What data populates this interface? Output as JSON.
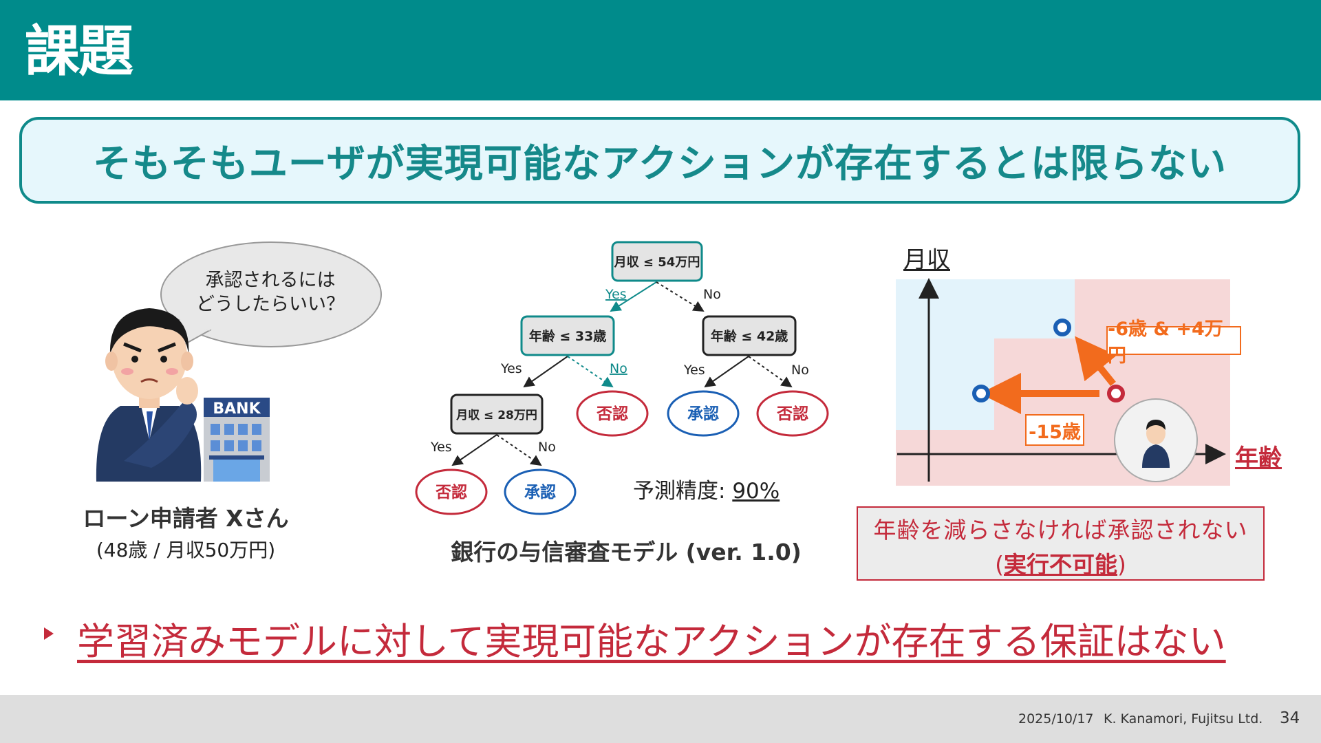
{
  "slide": {
    "title": "課題",
    "lead": "そもそもユーザが実現可能なアクションが存在するとは限らない",
    "bullet": "学習済みモデルに対して実現可能なアクションが存在する保証はない"
  },
  "applicant": {
    "speech": [
      "承認されるには",
      "どうしたらいい？"
    ],
    "bank_sign": "BANK",
    "name": "ローン申請者 Xさん",
    "info": "(48歳 / 月収50万円)"
  },
  "tree": {
    "root": "月収 ≤ 54万円",
    "node_left": "年齢 ≤ 33歳",
    "node_right": "年齢 ≤ 42歳",
    "node_ll": "月収 ≤ 28万円",
    "yes": "Yes",
    "no": "No",
    "leaf_lr": "否認",
    "leaf_rl": "承認",
    "leaf_rr": "否認",
    "leaf_lll": "否認",
    "leaf_llr": "承認",
    "accuracy_label": "予測精度: ",
    "accuracy_value": "90%",
    "model_title": "銀行の与信審査モデル (ver. 1.0)",
    "colors": {
      "approve": "#1a5fb4",
      "deny": "#c42a3b",
      "path": "#0f8a8a"
    }
  },
  "plot": {
    "ylabel": "月収",
    "xlabel": "年齢",
    "action_1": "-6歳 & +4万円",
    "action_2": "-15歳",
    "colors": {
      "approve_region": "#e3f3fb",
      "deny_region": "#f6d8d8",
      "arrow": "#f26b1d"
    }
  },
  "conclusion": {
    "line1": "年齢を減らさなければ承認されない",
    "line2_open": "(",
    "line2_emph": "実行不可能",
    "line2_close": ")"
  },
  "footer": {
    "date": "2025/10/17",
    "author": "K. Kanamori,  Fujitsu Ltd.",
    "page": "34"
  }
}
